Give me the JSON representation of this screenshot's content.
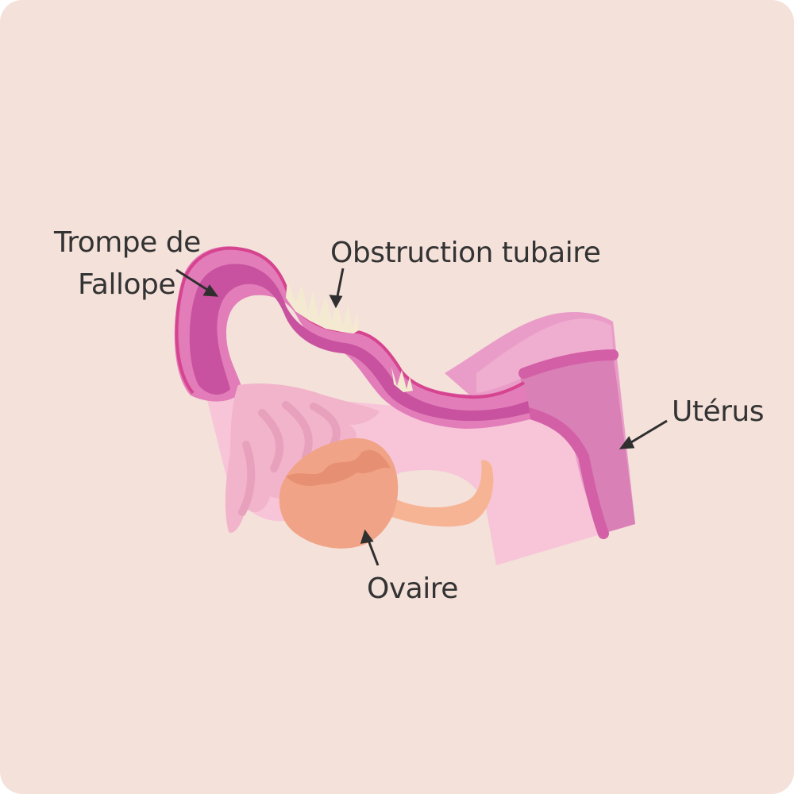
{
  "colors": {
    "background": "#f4e1da",
    "tube_outer": "#e27db9",
    "tube_inner": "#c8529f",
    "tube_edge": "#d6448f",
    "uterus_wall": "#ea9cc8",
    "uterus_inner": "#d35fa6",
    "uterus_tissue": "#f7c5d7",
    "fimbriae": "#f2b4cb",
    "fimbriae_dark": "#e7a1bc",
    "ovary": "#f0a386",
    "ovary_dark": "#e78f72",
    "ligament": "#f6b495",
    "blockage": "#f4ead2",
    "text": "#333333",
    "arrow": "#2f2f2f"
  },
  "labels": {
    "fallopian_line1": "Trompe de",
    "fallopian_line2": "Fallope",
    "blockage": "Obstruction tubaire",
    "uterus": "Utérus",
    "ovary": "Ovaire"
  }
}
